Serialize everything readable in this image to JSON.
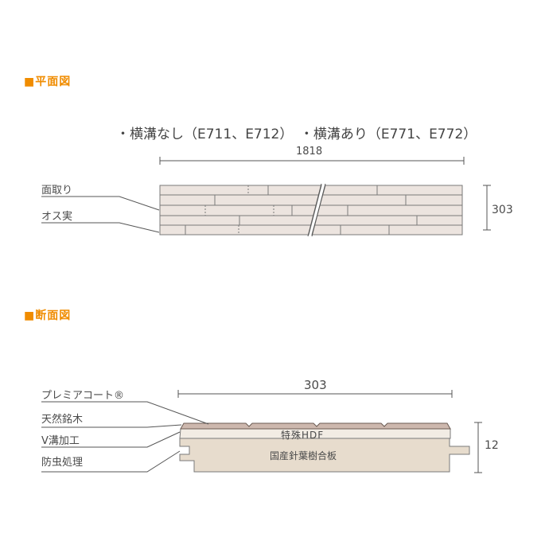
{
  "plan": {
    "title": "■平面図",
    "variants": "・横溝なし（E711、E712）　・横溝あり（E771、E772）",
    "length": "1818",
    "width": "303",
    "labels": [
      "面取り",
      "オス実"
    ]
  },
  "section": {
    "title": "■断面図",
    "width": "303",
    "thickness": "12",
    "layers": [
      "特殊HDF",
      "国産針葉樹合板"
    ],
    "labels": [
      "プレミアコート®",
      "天然銘木",
      "V溝加工",
      "防虫処理"
    ]
  },
  "colors": {
    "accent": "#f08c00",
    "board_surface": "#ece4df",
    "veneer": "#cdb8ae",
    "hdf": "#f2ece4",
    "plywood": "#e7dccd",
    "line": "#555555"
  }
}
